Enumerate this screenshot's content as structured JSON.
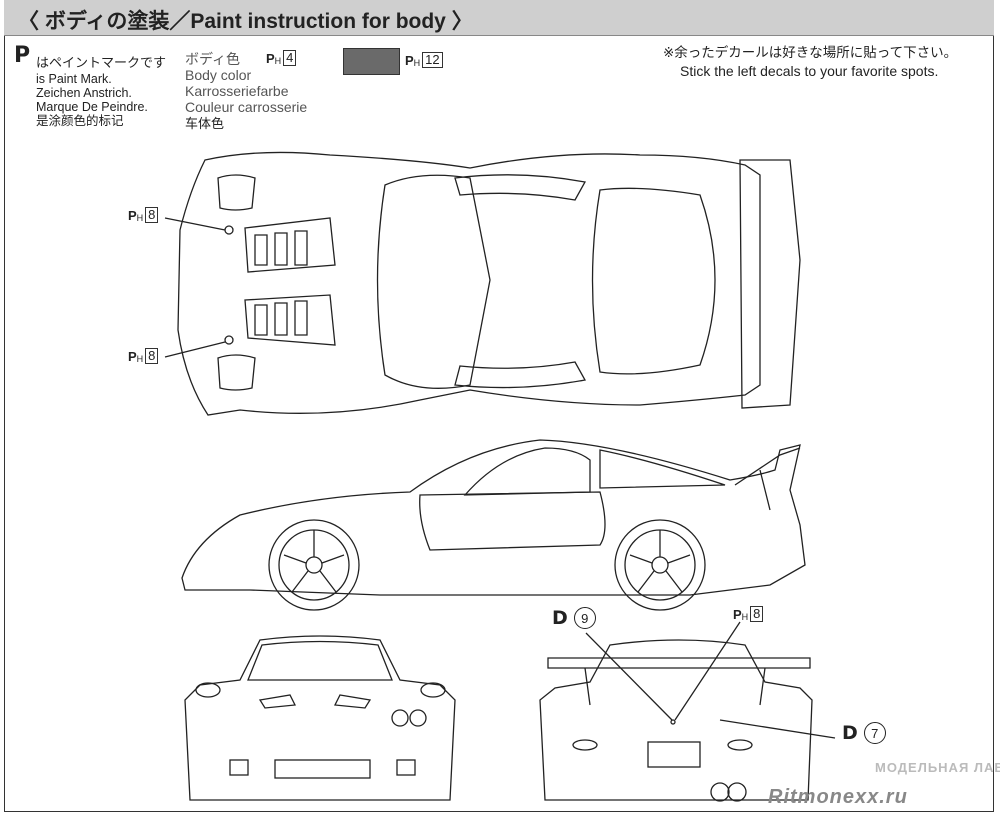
{
  "header": {
    "title": "〈 ボディの塗装／Paint instruction for body 〉"
  },
  "legend": {
    "paint_mark_symbol": "P",
    "paint_mark_lines": [
      "はペイントマークです",
      "is Paint Mark.",
      "Zeichen Anstrich.",
      "Marque De Peindre.",
      "是涂颜色的标记"
    ],
    "body_color_lines": [
      "ボディ色",
      "Body color",
      "Karrosseriefarbe",
      "Couleur carrosserie",
      "车体色"
    ],
    "body_color_code": {
      "prefix": "P",
      "sub": "H",
      "number": "4"
    },
    "swatch": {
      "color": "#6a6a6a",
      "prefix": "P",
      "sub": "H",
      "number": "12"
    }
  },
  "note": {
    "jp": "※余ったデカールは好きな場所に貼って下さい。",
    "en": "Stick the left decals to your favorite spots."
  },
  "callouts": {
    "top_upper": {
      "prefix": "P",
      "sub": "H",
      "number": "8"
    },
    "top_lower": {
      "prefix": "P",
      "sub": "H",
      "number": "8"
    },
    "rear_paint": {
      "prefix": "P",
      "sub": "H",
      "number": "8"
    },
    "decal_9": {
      "letter": "D",
      "number": "9"
    },
    "decal_7": {
      "letter": "D",
      "number": "7"
    }
  },
  "watermark": {
    "brand": "Ritmonexx.ru",
    "sub": "МОДЕЛЬНАЯ ЛАВКА"
  }
}
